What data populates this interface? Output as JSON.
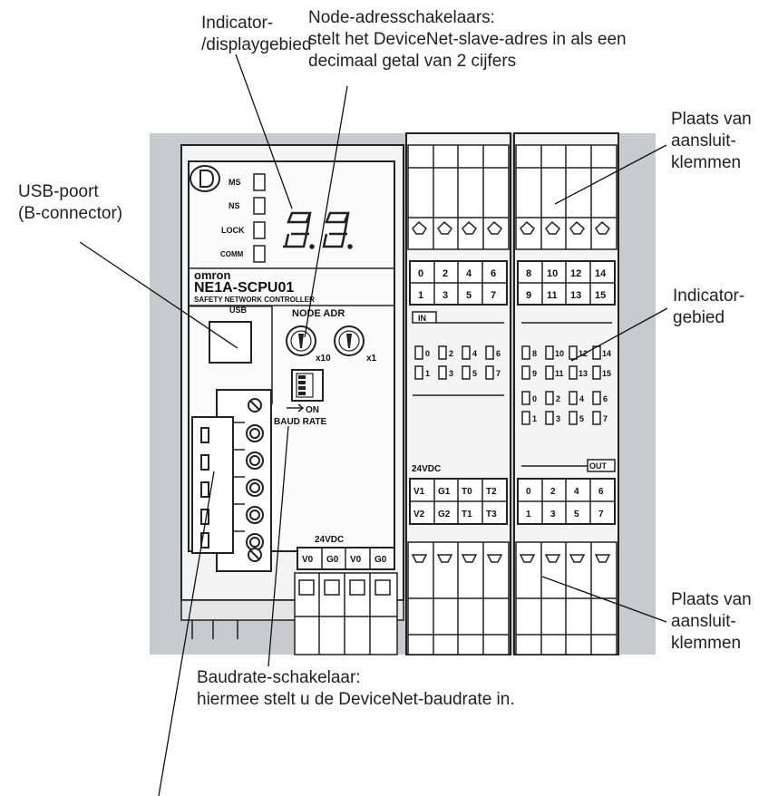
{
  "callouts": {
    "indicator_display": {
      "line1": "Indicator-",
      "line2": "/displaygebied"
    },
    "node_address": {
      "line1": "Node-adresschakelaars:",
      "line2": "stelt het DeviceNet-slave-adres in als een",
      "line3": "decimaal getal van 2 cijfers"
    },
    "usb_port": {
      "line1": "USB-poort",
      "line2": "(B-connector)"
    },
    "terminal_top": {
      "line1": "Plaats van",
      "line2": "aansluit-",
      "line3": "klemmen"
    },
    "indicator_area": {
      "line1": "Indicator-",
      "line2": "gebied"
    },
    "terminal_bottom": {
      "line1": "Plaats van",
      "line2": "aansluit-",
      "line3": "klemmen"
    },
    "baudrate": {
      "line1": "Baudrate-schakelaar:",
      "line2": "hiermee stelt u de DeviceNet-baudrate in."
    }
  },
  "device": {
    "status_leds": [
      "MS",
      "NS",
      "LOCK",
      "COMM"
    ],
    "brand": "omron",
    "model": "NE1A-SCPU01",
    "subtitle": "SAFETY NETWORK CONTROLLER",
    "usb_label": "USB",
    "node_adr_label": "NODE ADR",
    "x10": "x10",
    "x1": "x1",
    "on_label": "ON",
    "baud_label": "BAUD  RATE",
    "power_label": "24VDC",
    "power_terms": [
      "V0",
      "G0",
      "V0",
      "G0"
    ],
    "in_label": "IN",
    "out_label": "OUT",
    "in_top_row": [
      "0",
      "2",
      "4",
      "6"
    ],
    "in_bottom_row": [
      "1",
      "3",
      "5",
      "7"
    ],
    "out_top_row": [
      "8",
      "10",
      "12",
      "14"
    ],
    "out_bottom_row": [
      "9",
      "11",
      "13",
      "15"
    ],
    "in_led_row1": [
      "0",
      "2",
      "4",
      "6"
    ],
    "in_led_row2": [
      "1",
      "3",
      "5",
      "7"
    ],
    "right_led_row1": [
      "8",
      "10",
      "12",
      "14"
    ],
    "right_led_row2": [
      "9",
      "11",
      "13",
      "15"
    ],
    "right_led_row3": [
      "0",
      "2",
      "4",
      "6"
    ],
    "right_led_row4": [
      "1",
      "3",
      "5",
      "7"
    ],
    "mid_power_label": "24VDC",
    "mid_terms_row1": [
      "V1",
      "G1",
      "T0",
      "T2"
    ],
    "mid_terms_row2": [
      "V2",
      "G2",
      "T1",
      "T3"
    ],
    "out_terms_row1": [
      "0",
      "2",
      "4",
      "6"
    ],
    "out_terms_row2": [
      "1",
      "3",
      "5",
      "7"
    ]
  }
}
